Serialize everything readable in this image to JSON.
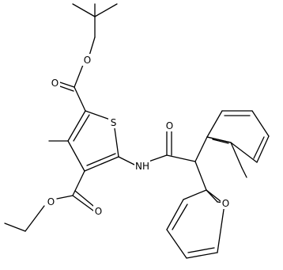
{
  "molecule": {
    "atom_labels": {
      "S": "S",
      "O_ester1_ether": "O",
      "O_ester1_carbonyl": "O",
      "O_ester2_ether": "O",
      "O_ester2_carbonyl": "O",
      "O_amide": "O",
      "N_amide": "NH",
      "O_xanthene": "O"
    }
  }
}
